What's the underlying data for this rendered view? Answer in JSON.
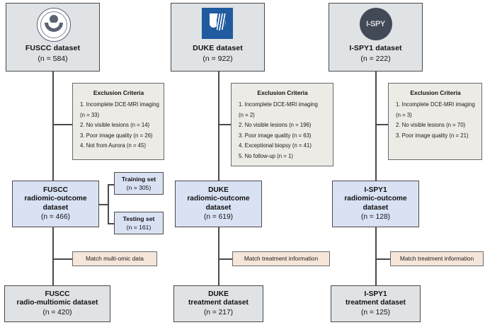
{
  "diagram": {
    "title": "Dataset flow diagram",
    "colors": {
      "source_box": "#dfe3e6",
      "exclusion_box": "#ecebe6",
      "radiomic_box": "#d9e2f3",
      "match_box": "#f6e6da",
      "result_box": "#dfe3e6",
      "line": "#4a4a4a",
      "duke_blue": "#1f5b9e",
      "ispy_dark": "#434a57",
      "fuscc_seal": "#5b6274"
    }
  },
  "columns": [
    {
      "id": "fuscc",
      "source": {
        "logo_icon": "fuscc-seal-logo-icon",
        "title": "FUSCC dataset",
        "count": "(n = 584)"
      },
      "exclusion": {
        "heading": "Exclusion Criteria",
        "items": [
          "1. Incomplete DCE-MRI imaging",
          "(n = 33)",
          "2. No visible lesions (n = 14)",
          "3. Poor image quality (n = 26)",
          "4. Not from Aurora (n = 45)"
        ]
      },
      "radiomic": {
        "line1": "FUSCC",
        "line2": "radiomic-outcome",
        "line3": "dataset",
        "count": "(n = 466)"
      },
      "splits": [
        {
          "label": "Training set",
          "count": "(n = 305)"
        },
        {
          "label": "Testing set",
          "count": "(n = 161)"
        }
      ],
      "match": {
        "label": "Match multi-omic data"
      },
      "result": {
        "line1": "FUSCC",
        "line2": "radio-multiomic dataset",
        "count": "(n = 420)"
      }
    },
    {
      "id": "duke",
      "source": {
        "logo_icon": "duke-shield-logo-icon",
        "title": "DUKE dataset",
        "count": "(n = 922)"
      },
      "exclusion": {
        "heading": "Exclusion Criteria",
        "items": [
          "1. Incomplete DCE-MRI imaging",
          "(n = 2)",
          "2. No visible lesions (n = 196)",
          "3. Poor image quality (n = 63)",
          "4. Exceptional biopsy (n = 41)",
          "5. No follow-up (n = 1)"
        ]
      },
      "radiomic": {
        "line1": "DUKE",
        "line2": "radiomic-outcome",
        "line3": "dataset",
        "count": "(n = 619)"
      },
      "splits": [],
      "match": {
        "label": "Match treatment information"
      },
      "result": {
        "line1": "DUKE",
        "line2": "treatment dataset",
        "count": "(n = 217)"
      }
    },
    {
      "id": "ispy1",
      "source": {
        "logo_icon": "ispy-circle-logo-icon",
        "logo_text": "I-SPY",
        "title": "I-SPY1 dataset",
        "count": "(n = 222)"
      },
      "exclusion": {
        "heading": "Exclusion Criteria",
        "items": [
          "1. Incomplete DCE-MRI imaging",
          "(n = 3)",
          "2. No visible lesions (n = 70)",
          "3. Poor image quality (n = 21)"
        ]
      },
      "radiomic": {
        "line1": "I-SPY1",
        "line2": "radiomic-outcome",
        "line3": "dataset",
        "count": "(n = 128)"
      },
      "splits": [],
      "match": {
        "label": "Match treatment information"
      },
      "result": {
        "line1": "I-SPY1",
        "line2": "treatment dataset",
        "count": "(n = 125)"
      }
    }
  ]
}
